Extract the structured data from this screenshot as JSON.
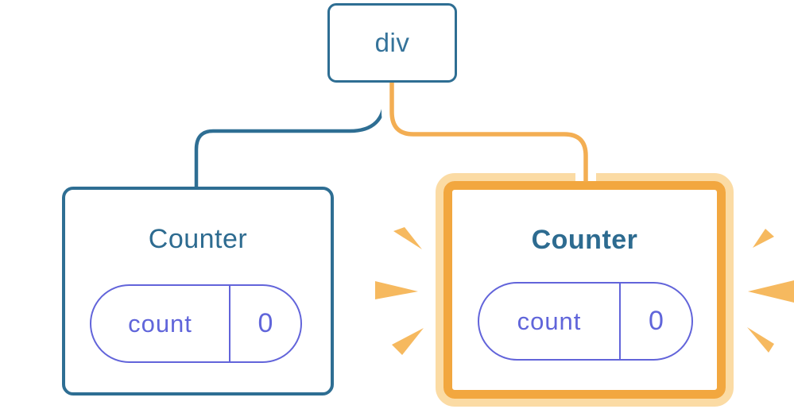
{
  "diagram": {
    "root": {
      "label": "div"
    },
    "counters": [
      {
        "title": "Counter",
        "state_name": "count",
        "state_value": "0",
        "highlighted": false
      },
      {
        "title": "Counter",
        "state_name": "count",
        "state_value": "0",
        "highlighted": true
      }
    ],
    "sparkles": {
      "left_counter_color": "white",
      "right_counter_color": "orange"
    }
  },
  "colors": {
    "blue": "#2E6E93",
    "blueText": "#35739A",
    "titleBlue": "#2D6B90",
    "indigo": "#6264DA",
    "indigoText": "#6065DA",
    "orangeLine": "#F3AE53",
    "orangeDark": "#F2A73F",
    "orangeLight": "#FBDBA4",
    "sparkleOrange": "#F6B95F",
    "sparkleWhite": "#FFFFFF"
  }
}
